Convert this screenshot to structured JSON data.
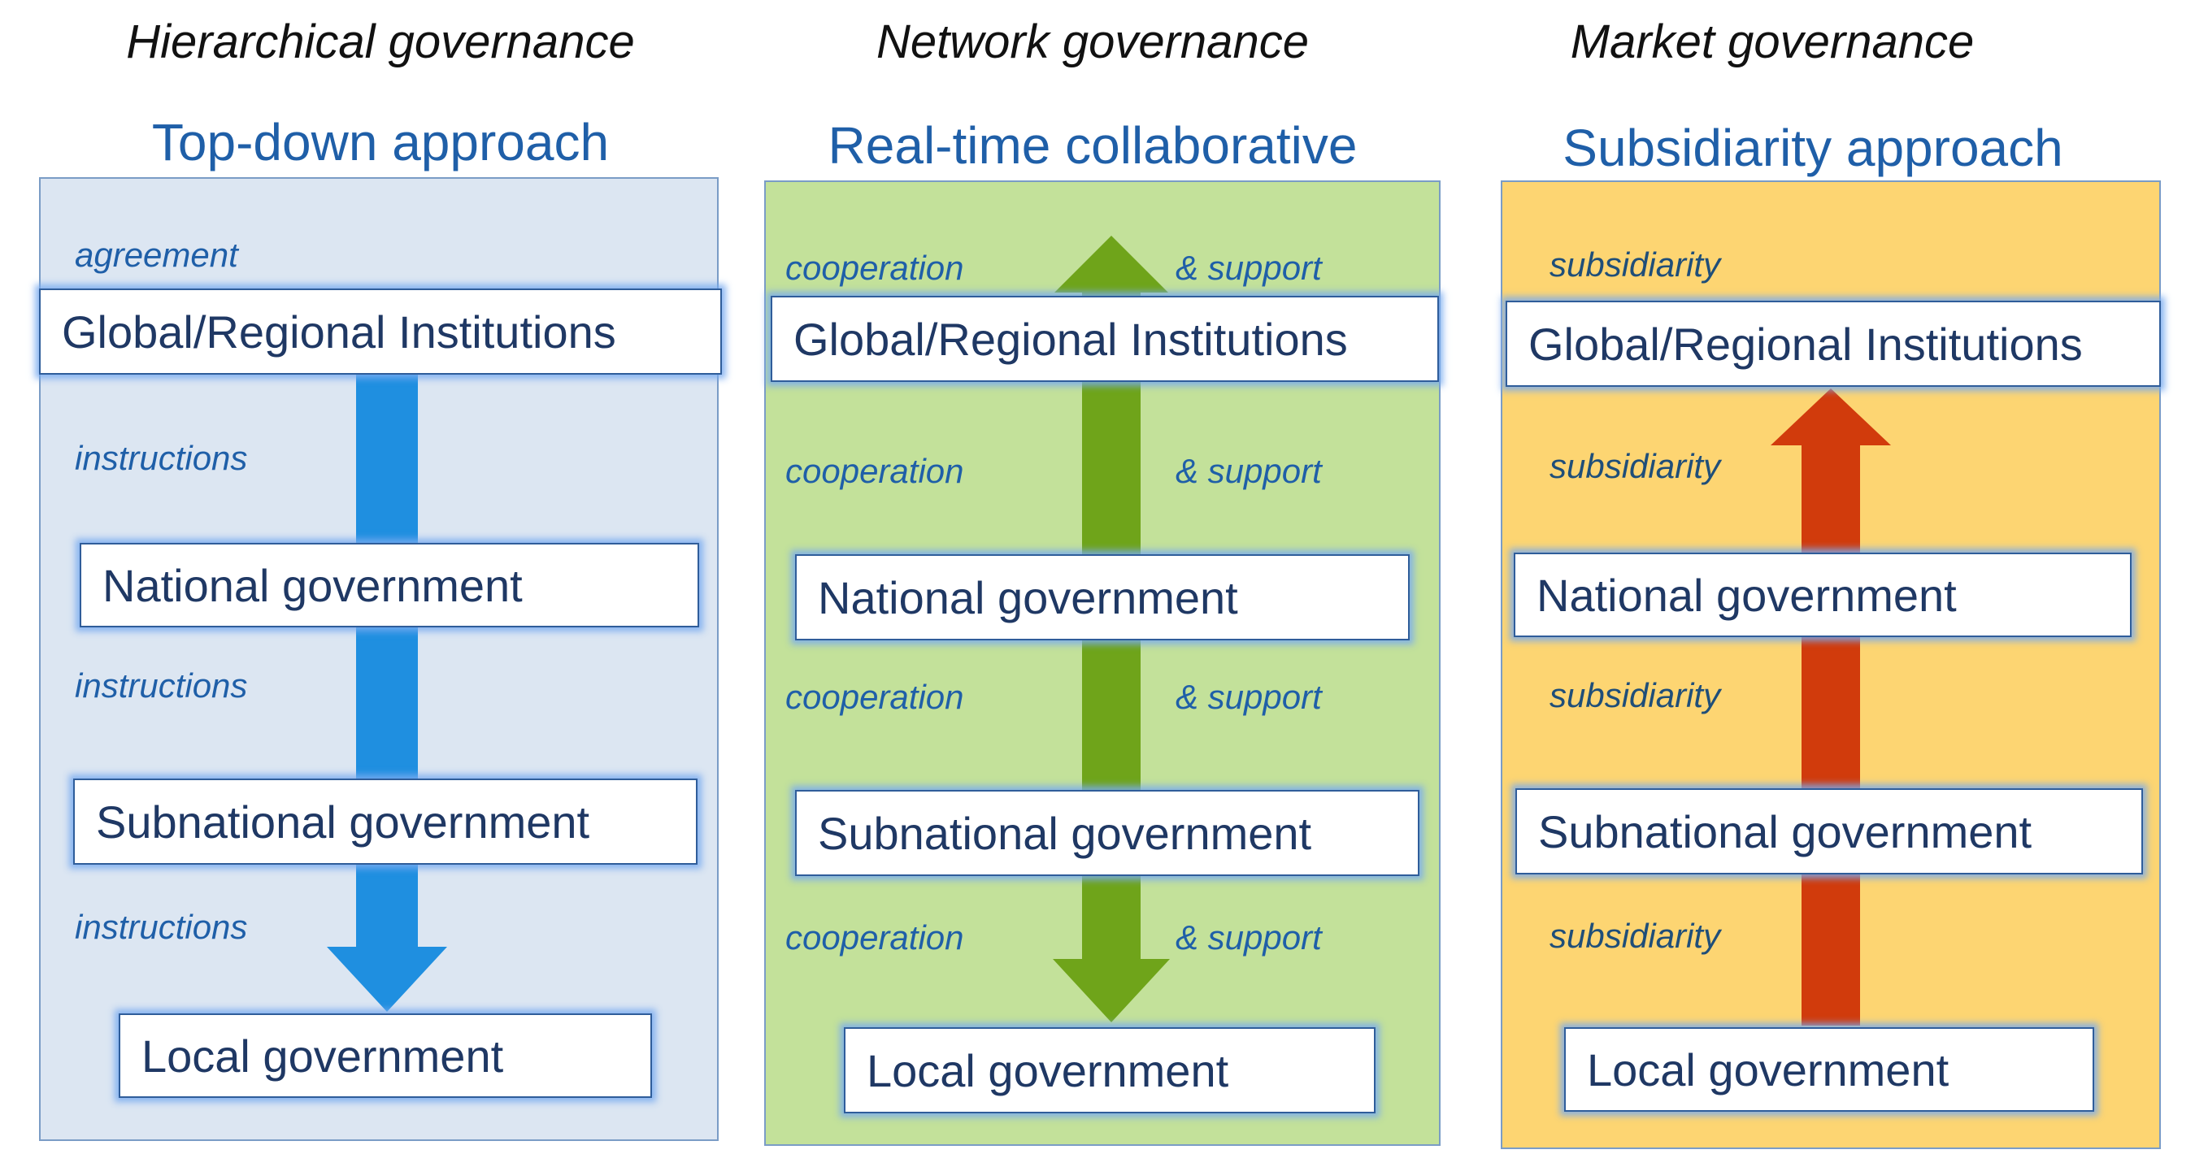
{
  "columns": [
    {
      "governance": "Hierarchical governance",
      "approach": "Top-down approach",
      "panel_color": "#dce6f2",
      "arrow_color": "#1f8fe0",
      "top_label": "agreement",
      "boxes": [
        "Global/Regional Institutions",
        "National government",
        "Subnational government",
        "Local government"
      ],
      "between_labels": [
        "instructions",
        "instructions",
        "instructions"
      ]
    },
    {
      "governance": "Network governance",
      "approach": "Real-time collaborative",
      "panel_color": "#c3e19a",
      "arrow_color": "#6fa41a",
      "left_label": "cooperation",
      "right_label": "& support",
      "boxes": [
        "Global/Regional Institutions",
        "National government",
        "Subnational government",
        "Local government"
      ]
    },
    {
      "governance": "Market governance",
      "approach": "Subsidiarity approach",
      "panel_color": "#fdd572",
      "arrow_color": "#d13b0c",
      "label": "subsidiarity",
      "boxes": [
        "Global/Regional Institutions",
        "National government",
        "Subnational government",
        "Local government"
      ]
    }
  ]
}
